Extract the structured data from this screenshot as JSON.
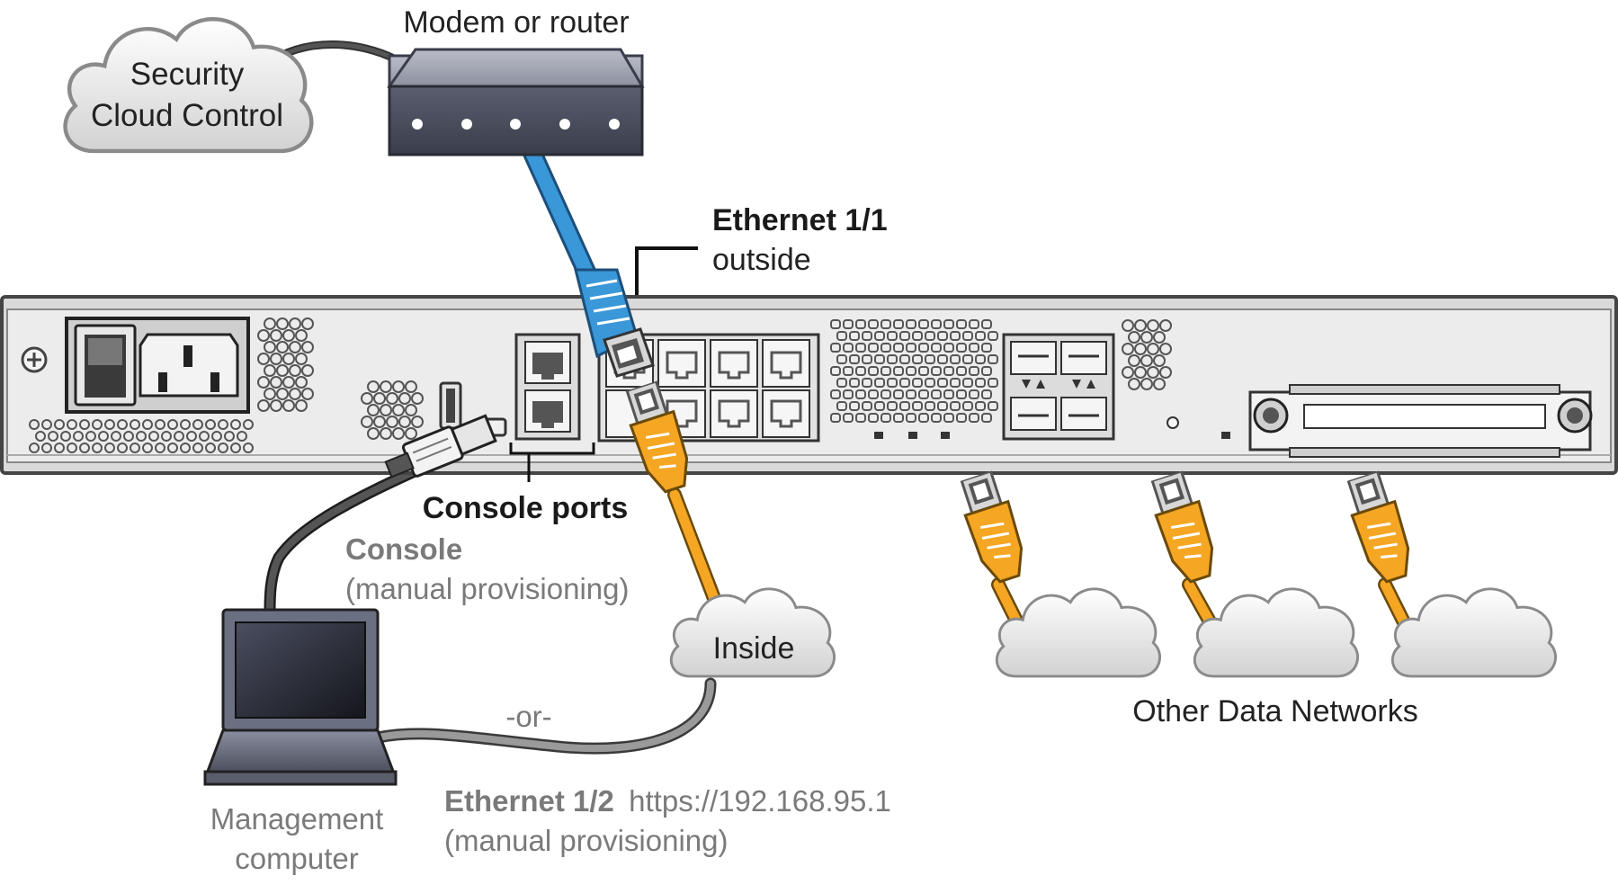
{
  "labels": {
    "cloud_security": {
      "line1": "Security",
      "line2": "Cloud Control"
    },
    "modem": "Modem or router",
    "eth11": {
      "title": "Ethernet 1/1",
      "sub": "outside"
    },
    "console_ports": "Console ports",
    "console": {
      "title": "Console",
      "sub": "(manual provisioning)"
    },
    "inside": "Inside",
    "or": "-or-",
    "mgmt": {
      "line1": "Management",
      "line2": "computer"
    },
    "eth12": {
      "title": "Ethernet 1/2",
      "url": "https://192.168.95.1",
      "sub": "(manual provisioning)"
    },
    "other_networks": "Other Data Networks"
  },
  "icons": [
    "cloud-icon",
    "router-icon",
    "firewall-appliance",
    "rj45-connector-icon",
    "console-connector-icon",
    "laptop-icon"
  ],
  "colors": {
    "outside_cable": "#3a97d8",
    "inside_cable": "#f5a623",
    "console_cable": "#555555",
    "mgmt_cable": "#8e8e8e",
    "chassis": "#ececec",
    "router": "#555a6b"
  }
}
